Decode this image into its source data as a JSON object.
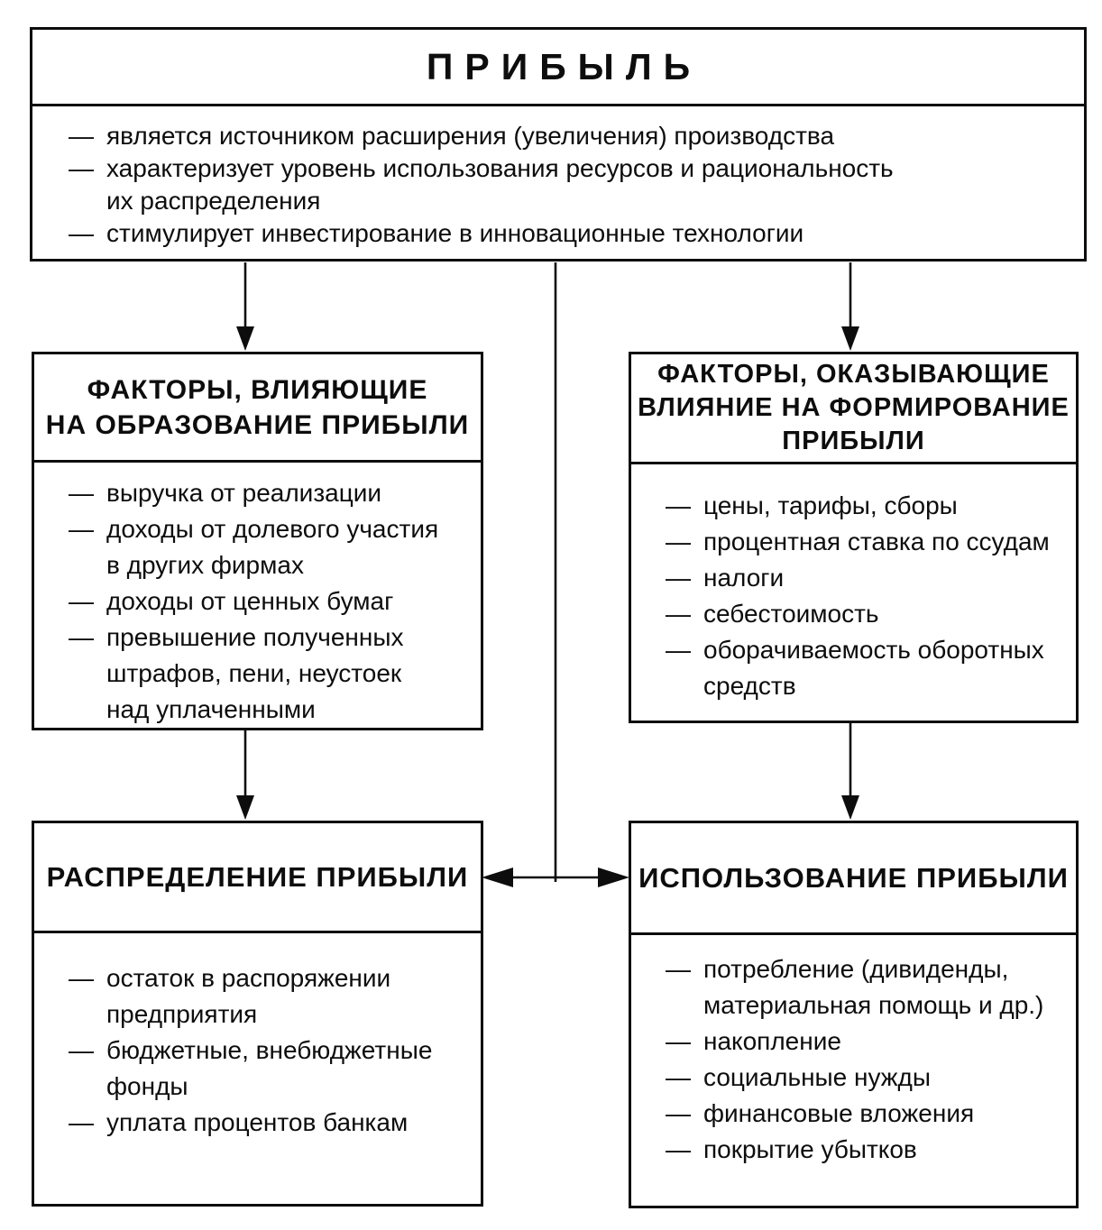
{
  "bullet": "—",
  "colors": {
    "ink": "#0d0d0d",
    "paper": "#ffffff"
  },
  "profit": {
    "title": "ПРИБЫЛЬ",
    "items": [
      "является источником расширения (увеличения) производства",
      "характеризует уровень использования ресурсов и рациональность\nих распределения",
      "стимулирует инвестирование в инновационные технологии"
    ]
  },
  "left_factors": {
    "title": "ФАКТОРЫ, ВЛИЯЮЩИЕ\nНА ОБРАЗОВАНИЕ ПРИБЫЛИ",
    "items": [
      "выручка от реализации",
      "доходы от долевого участия\nв других фирмах",
      "доходы от ценных бумаг",
      "превышение полученных\nштрафов, пени, неустоек\nнад уплаченными"
    ]
  },
  "right_factors": {
    "title": "ФАКТОРЫ, ОКАЗЫВАЮЩИЕ\nВЛИЯНИЕ НА ФОРМИРОВАНИЕ\nПРИБЫЛИ",
    "items": [
      "цены, тарифы, сборы",
      "процентная ставка по ссудам",
      "налоги",
      "себестоимость",
      "оборачиваемость оборотных\nсредств"
    ]
  },
  "distribution": {
    "title": "РАСПРЕДЕЛЕНИЕ ПРИБЫЛИ",
    "items": [
      "остаток в распоряжении\nпредприятия",
      "бюджетные, внебюджетные\nфонды",
      "уплата процентов банкам"
    ]
  },
  "usage": {
    "title": "ИСПОЛЬЗОВАНИЕ ПРИБЫЛИ",
    "items": [
      "потребление (дивиденды,\nматериальная помощь и др.)",
      "накопление",
      "социальные нужды",
      "финансовые вложения",
      "покрытие убытков"
    ]
  }
}
